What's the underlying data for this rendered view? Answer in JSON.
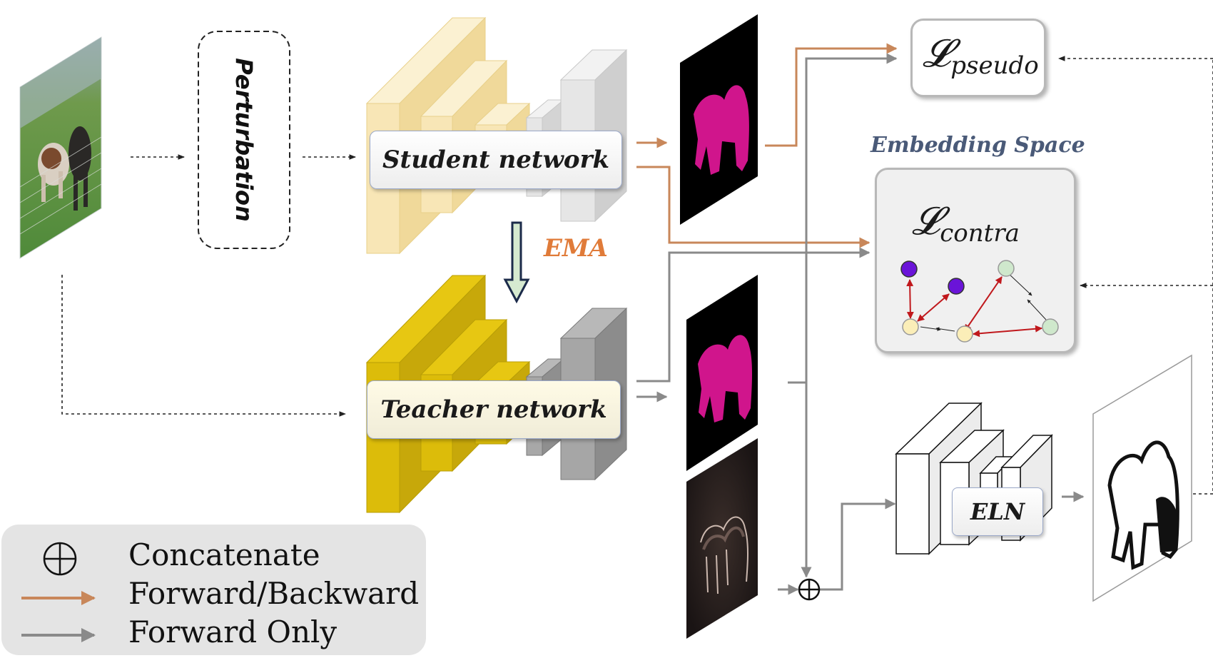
{
  "perturbation_label": "Perturbation",
  "student_label": "Student network",
  "teacher_label": "Teacher network",
  "ema_label": "EMA",
  "embedding_space_label": "Embedding Space",
  "loss_pseudo": {
    "symbol": "𝓛",
    "subscript": "pseudo"
  },
  "loss_contra": {
    "symbol": "𝓛",
    "subscript": "contra"
  },
  "eln_label": "ELN",
  "legend": {
    "items": [
      {
        "icon": "⊕",
        "label": "Concatenate"
      },
      {
        "icon": "orange-arrow",
        "label": "Forward/Backward"
      },
      {
        "icon": "gray-arrow",
        "label": "Forward Only"
      }
    ]
  },
  "colors": {
    "forward_backward": "#c8875a",
    "forward_only": "#8a8a8a",
    "student_blocks": "#f5e4b0",
    "teacher_blocks": "#d9bc0c",
    "ema_orange": "#e07b39",
    "mask_magenta": "#d0158c",
    "embedding_title": "#4a5a78",
    "node_purple": "#6a14d8",
    "node_yellow": "#fbeeb8",
    "node_green": "#cfe8cc",
    "edge_red": "#c0181c"
  }
}
